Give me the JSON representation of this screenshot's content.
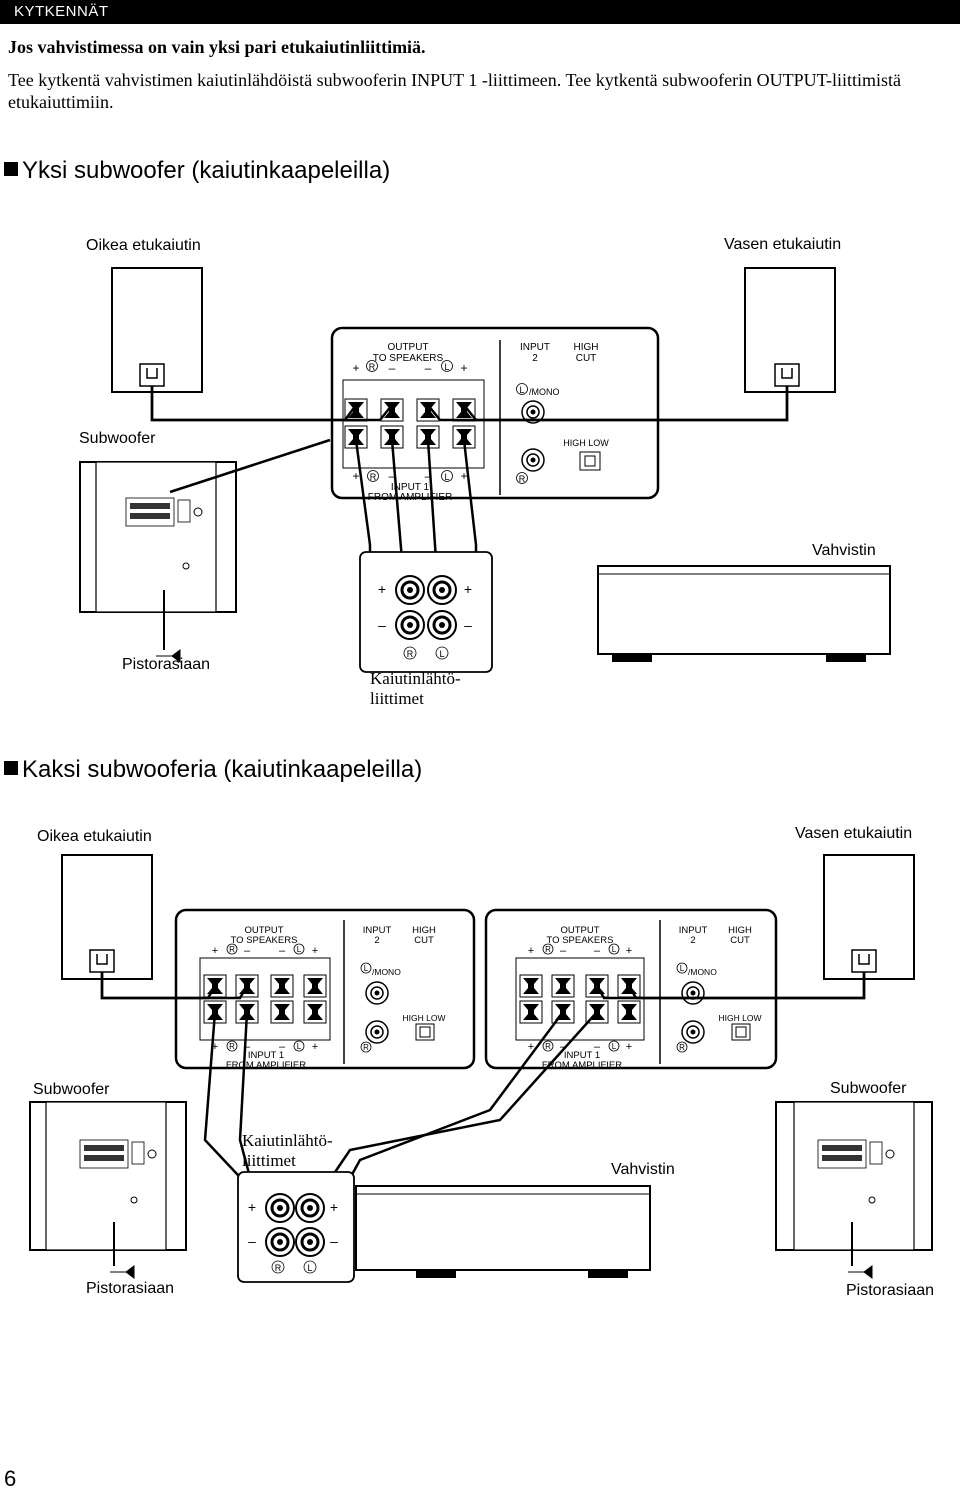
{
  "section_tab": "KYTKENNÄT",
  "intro": {
    "heading": "Jos vahvistimessa on vain yksi pari etukaiutinliittimiä.",
    "body": "Tee kytkentä vahvistimen kaiutinlähdöistä subwooferin INPUT 1 -liittimeen. Tee kytkentä subwooferin OUTPUT-liittimistä etukaiuttimiin."
  },
  "diagram1": {
    "title": "Yksi subwoofer (kaiutinkaapeleilla)",
    "right_speaker": "Oikea etukaiutin",
    "left_speaker": "Vasen etukaiutin",
    "subwoofer": "Subwoofer",
    "amplifier": "Vahvistin",
    "outlet": "Pistorasiaan",
    "speaker_out_line1": "Kaiutinlähtö-",
    "speaker_out_line2": "liittimet"
  },
  "diagram2": {
    "title": "Kaksi subwooferia (kaiutinkaapeleilla)",
    "right_speaker": "Oikea etukaiutin",
    "left_speaker": "Vasen etukaiutin",
    "subwoofer_left": "Subwoofer",
    "subwoofer_right": "Subwoofer",
    "amplifier": "Vahvistin",
    "outlet_left": "Pistorasiaan",
    "outlet_right": "Pistorasiaan",
    "speaker_out_line1": "Kaiutinlähtö-",
    "speaker_out_line2": "liittimet"
  },
  "panel": {
    "output_line1": "OUTPUT",
    "output_line2": "TO SPEAKERS",
    "input2_line1": "INPUT",
    "input2_line2": "2",
    "highcut_line1": "HIGH",
    "highcut_line2": "CUT",
    "mono": "/MONO",
    "high_low": "HIGH LOW",
    "input1_line1": "INPUT 1",
    "input1_line2": "FROM AMPLIFIER",
    "plus": "+",
    "minus": "–",
    "r": "R",
    "l": "L"
  },
  "page_number": "6"
}
